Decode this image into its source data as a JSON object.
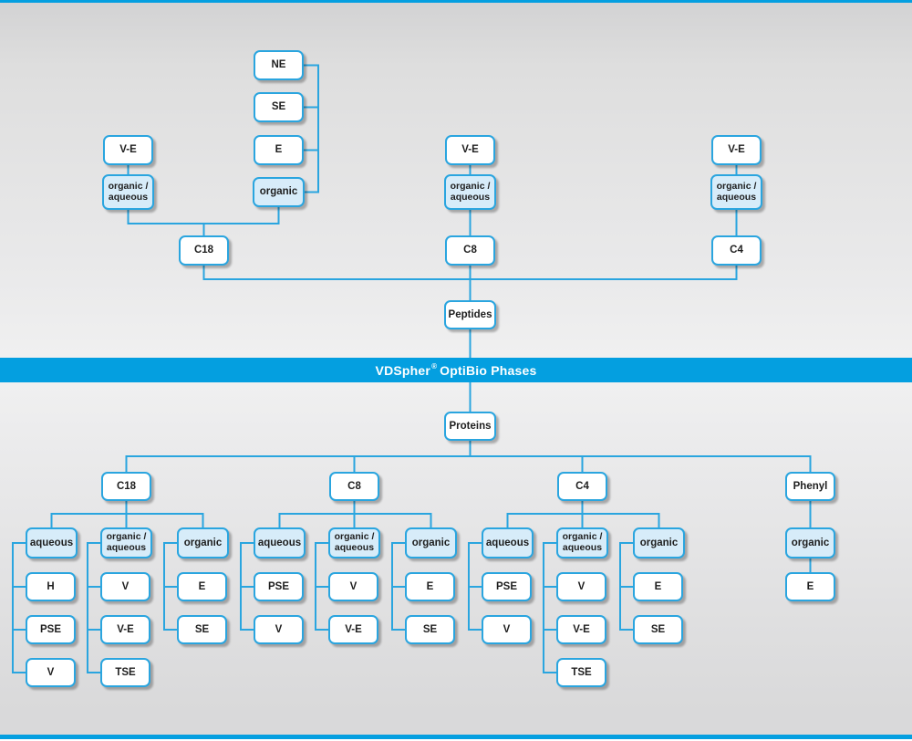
{
  "colors": {
    "accent_line": "#2aa5df",
    "banner_blue": "#049fe0",
    "highlight_fill": "#d7ecf9",
    "box_fill": "#ffffff"
  },
  "banner": {
    "brand": "VDSpher",
    "reg": "®",
    "rest": "OptiBio Phases"
  },
  "peptides": {
    "root": "Peptides",
    "c18": {
      "label": "C18",
      "direct": {
        "parent": "V-E",
        "mode": "organic /\naqueous"
      },
      "bracket": {
        "parents": [
          "NE",
          "SE",
          "E"
        ],
        "mode": "organic"
      }
    },
    "c8": {
      "label": "C8",
      "parent": "V-E",
      "mode": "organic /\naqueous"
    },
    "c4": {
      "label": "C4",
      "parent": "V-E",
      "mode": "organic /\naqueous"
    }
  },
  "proteins": {
    "root": "Proteins",
    "c18": {
      "label": "C18",
      "groups": [
        {
          "mode": "aqueous",
          "phases": [
            "H",
            "PSE",
            "V"
          ]
        },
        {
          "mode": "organic /\naqueous",
          "phases": [
            "V",
            "V-E",
            "TSE"
          ]
        },
        {
          "mode": "organic",
          "phases": [
            "E",
            "SE"
          ]
        }
      ]
    },
    "c8": {
      "label": "C8",
      "groups": [
        {
          "mode": "aqueous",
          "phases": [
            "PSE",
            "V"
          ]
        },
        {
          "mode": "organic /\naqueous",
          "phases": [
            "V",
            "V-E"
          ]
        },
        {
          "mode": "organic",
          "phases": [
            "E",
            "SE"
          ]
        }
      ]
    },
    "c4": {
      "label": "C4",
      "groups": [
        {
          "mode": "aqueous",
          "phases": [
            "PSE",
            "V"
          ]
        },
        {
          "mode": "organic /\naqueous",
          "phases": [
            "V",
            "V-E",
            "TSE"
          ]
        },
        {
          "mode": "organic",
          "phases": [
            "E",
            "SE"
          ]
        }
      ]
    },
    "phenyl": {
      "label": "Phenyl",
      "groups": [
        {
          "mode": "organic",
          "phases": [
            "E"
          ]
        }
      ]
    }
  }
}
